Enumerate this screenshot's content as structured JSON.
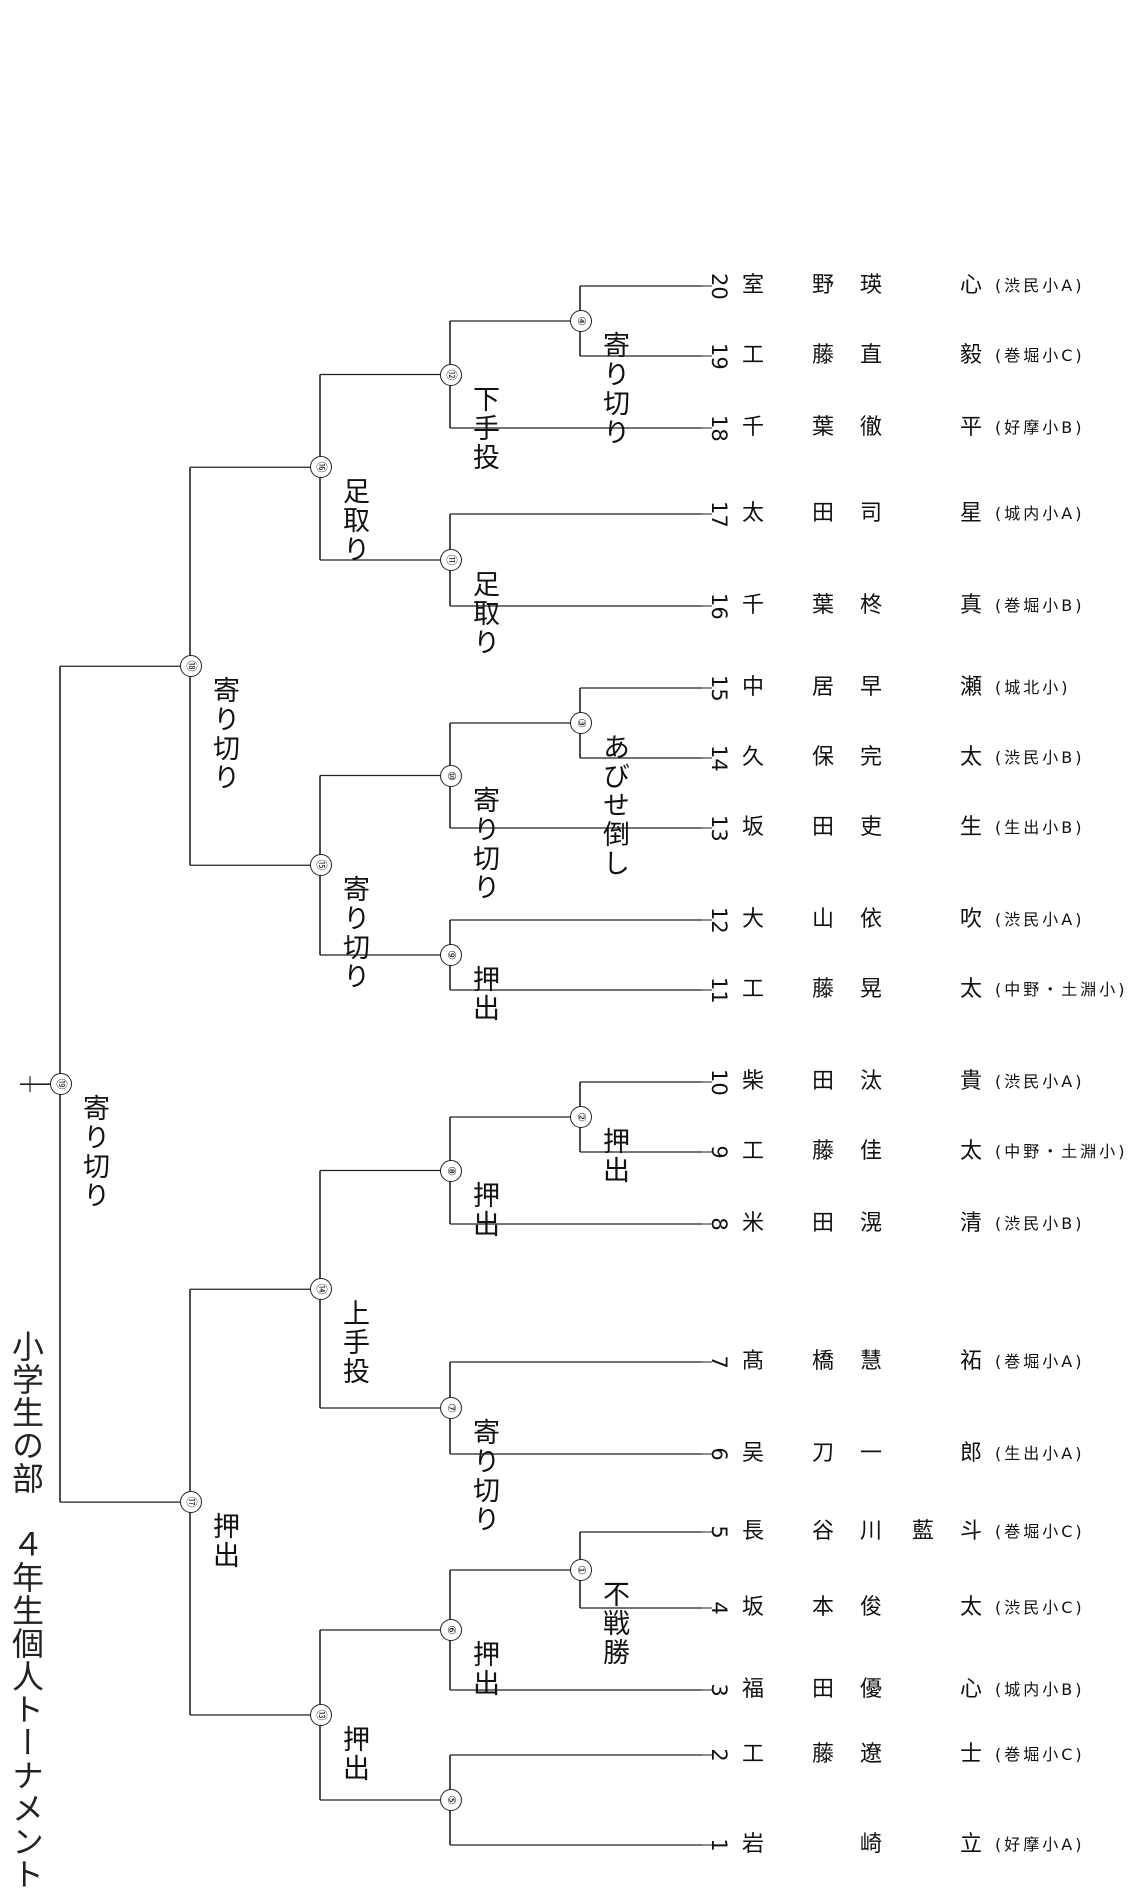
{
  "title": "小学生の部　４年生個人トーナメント",
  "players": [
    {
      "no": "1",
      "name": [
        "岩",
        "",
        "崎",
        "",
        "立"
      ],
      "school": "(好摩小A)"
    },
    {
      "no": "2",
      "name": [
        "工",
        "藤",
        "遼",
        "",
        "士"
      ],
      "school": "(巻堀小C)"
    },
    {
      "no": "3",
      "name": [
        "福",
        "田",
        "優",
        "",
        "心"
      ],
      "school": "(城内小B)"
    },
    {
      "no": "4",
      "name": [
        "坂",
        "本",
        "俊",
        "",
        "太"
      ],
      "school": "(渋民小C)"
    },
    {
      "no": "5",
      "name": [
        "長",
        "谷",
        "川",
        "藍",
        "斗"
      ],
      "school": "(巻堀小C)"
    },
    {
      "no": "6",
      "name": [
        "吴",
        "刀",
        "一",
        "",
        "郎"
      ],
      "school": "(生出小A)"
    },
    {
      "no": "7",
      "name": [
        "髙",
        "橋",
        "慧",
        "",
        "祏"
      ],
      "school": "(巻堀小A)"
    },
    {
      "no": "8",
      "name": [
        "米",
        "田",
        "滉",
        "",
        "清"
      ],
      "school": "(渋民小B)"
    },
    {
      "no": "9",
      "name": [
        "工",
        "藤",
        "佳",
        "",
        "太"
      ],
      "school": "(中野・土淵小)"
    },
    {
      "no": "10",
      "name": [
        "柴",
        "田",
        "汰",
        "",
        "貴"
      ],
      "school": "(渋民小A)"
    },
    {
      "no": "11",
      "name": [
        "工",
        "藤",
        "晃",
        "",
        "太"
      ],
      "school": "(中野・土淵小)"
    },
    {
      "no": "12",
      "name": [
        "大",
        "山",
        "依",
        "",
        "吹"
      ],
      "school": "(渋民小A)"
    },
    {
      "no": "13",
      "name": [
        "坂",
        "田",
        "吏",
        "",
        "生"
      ],
      "school": "(生出小B)"
    },
    {
      "no": "14",
      "name": [
        "久",
        "保",
        "完",
        "",
        "太"
      ],
      "school": "(渋民小B)"
    },
    {
      "no": "15",
      "name": [
        "中",
        "居",
        "早",
        "",
        "瀬"
      ],
      "school": "(城北小)"
    },
    {
      "no": "16",
      "name": [
        "千",
        "葉",
        "柊",
        "",
        "真"
      ],
      "school": "(巻堀小B)"
    },
    {
      "no": "17",
      "name": [
        "太",
        "田",
        "司",
        "",
        "星"
      ],
      "school": "(城内小A)"
    },
    {
      "no": "18",
      "name": [
        "千",
        "葉",
        "徹",
        "",
        "平"
      ],
      "school": "(好摩小B)"
    },
    {
      "no": "19",
      "name": [
        "工",
        "藤",
        "直",
        "",
        "毅"
      ],
      "school": "(巻堀小C)"
    },
    {
      "no": "20",
      "name": [
        "室",
        "野",
        "瑛",
        "",
        "心"
      ],
      "school": "(渋民小A)"
    }
  ],
  "matches": [
    {
      "no": "①",
      "result": "不戦勝"
    },
    {
      "no": "②",
      "result": "押出"
    },
    {
      "no": "③",
      "result": "あびせ倒し"
    },
    {
      "no": "④",
      "result": "寄り切り"
    },
    {
      "no": "⑤",
      "result": ""
    },
    {
      "no": "⑥",
      "result": "押出"
    },
    {
      "no": "⑦",
      "result": "寄り切り"
    },
    {
      "no": "⑧",
      "result": "押出"
    },
    {
      "no": "⑨",
      "result": "押出"
    },
    {
      "no": "⑩",
      "result": "寄り切り"
    },
    {
      "no": "⑪",
      "result": "足取り"
    },
    {
      "no": "⑫",
      "result": "下手投"
    },
    {
      "no": "⑬",
      "result": "押出"
    },
    {
      "no": "⑭",
      "result": "上手投"
    },
    {
      "no": "⑮",
      "result": "寄り切り"
    },
    {
      "no": "⑯",
      "result": "足取り"
    },
    {
      "no": "⑰",
      "result": "押出"
    },
    {
      "no": "⑱",
      "result": "寄り切り"
    },
    {
      "no": "⑲",
      "result": "寄り切り"
    }
  ]
}
